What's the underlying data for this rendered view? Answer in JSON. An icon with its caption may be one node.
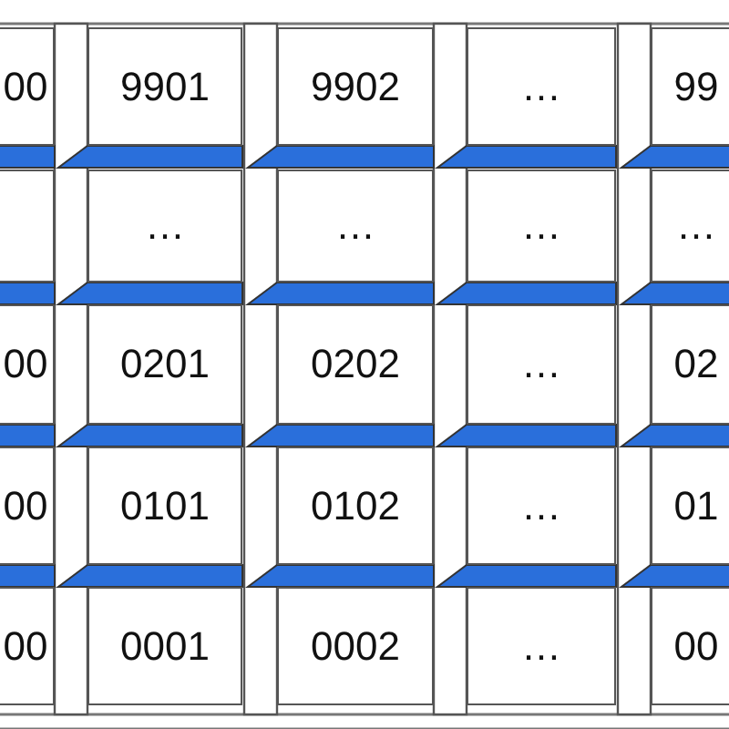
{
  "diagram": {
    "nodes": [
      {
        "text": [
          "00"
        ]
      },
      {
        "text": [
          "9901"
        ]
      },
      {
        "text": [
          "9902"
        ]
      },
      {
        "text": [
          "…"
        ]
      },
      {
        "text": [
          "99"
        ]
      },
      {
        "text": [],
        "shape": "box"
      },
      {
        "text": [
          "…"
        ]
      },
      {
        "text": [
          "…"
        ]
      },
      {
        "text": [
          "…"
        ]
      },
      {
        "text": [
          "…"
        ]
      },
      {
        "text": [
          "00"
        ]
      },
      {
        "text": [
          "0201"
        ]
      },
      {
        "text": [
          "0202"
        ]
      },
      {
        "text": [
          "…"
        ]
      },
      {
        "text": [
          "02"
        ]
      },
      {
        "text": [
          "00"
        ]
      },
      {
        "text": [
          "0101"
        ]
      },
      {
        "text": [
          "0102"
        ]
      },
      {
        "text": [
          "…"
        ]
      },
      {
        "text": [
          "01"
        ]
      },
      {
        "text": [
          "00"
        ]
      },
      {
        "text": [
          "0001"
        ]
      },
      {
        "text": [
          "0002"
        ]
      },
      {
        "text": [
          "…"
        ]
      },
      {
        "text": [
          "00"
        ]
      }
    ]
  }
}
